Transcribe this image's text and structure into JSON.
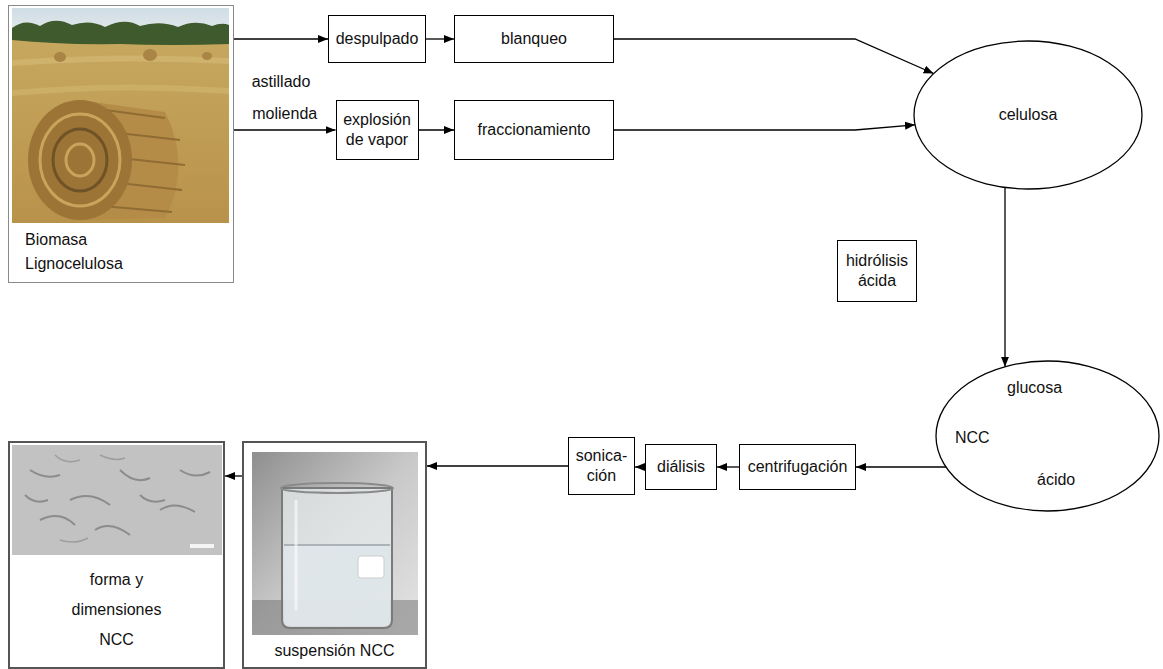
{
  "diagram": {
    "nodes": [
      {
        "text": [
          "Biomasa Lignocelulosa"
        ]
      },
      {
        "text": [
          "despulpado"
        ]
      },
      {
        "text": [
          "blanqueo"
        ]
      },
      {
        "text": [
          "explosión de vapor"
        ]
      },
      {
        "text": [
          "fraccionamiento"
        ]
      },
      {
        "text": [
          "celulosa"
        ]
      },
      {
        "text": [
          "hidrólisis ácida"
        ]
      },
      {
        "text": [
          "glucosa",
          "NCC",
          "ácido"
        ]
      },
      {
        "text": [
          "centrifugación"
        ]
      },
      {
        "text": [
          "diálisis"
        ]
      },
      {
        "text": [
          "sonica- ción"
        ]
      },
      {
        "text": [
          "suspensión NCC"
        ]
      },
      {
        "text": [
          "forma y dimensiones NCC"
        ]
      }
    ],
    "edges": [
      {
        "from": 0,
        "to": 1,
        "arrow": "to",
        "label": "astillado"
      },
      {
        "from": 0,
        "to": 3,
        "arrow": "to",
        "label": "molienda"
      },
      {
        "from": 1,
        "to": 2,
        "arrow": "to"
      },
      {
        "from": 3,
        "to": 4,
        "arrow": "to"
      },
      {
        "from": 2,
        "to": 5,
        "arrow": "to"
      },
      {
        "from": 4,
        "to": 5,
        "arrow": "to"
      },
      {
        "from": 5,
        "to": 7,
        "arrow": "to"
      },
      {
        "from": 7,
        "to": 8,
        "arrow": "to"
      },
      {
        "from": 8,
        "to": 9,
        "arrow": "to"
      },
      {
        "from": 9,
        "to": 10,
        "arrow": "to"
      },
      {
        "from": 10,
        "to": 11,
        "arrow": "to"
      },
      {
        "from": 11,
        "to": 12,
        "arrow": "to"
      }
    ]
  }
}
